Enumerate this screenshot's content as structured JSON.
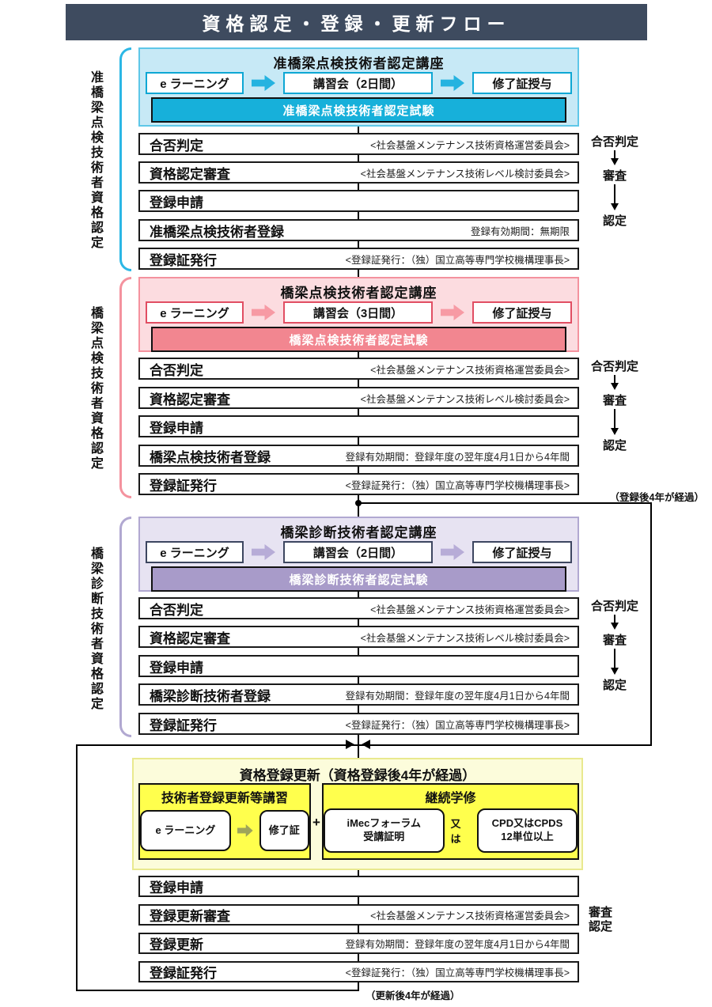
{
  "title": "資格認定・登録・更新フロー",
  "colors": {
    "header_bg": "#3e4b5f",
    "section1_bg": "#c7e9f6",
    "section1_accent": "#17b0da",
    "section2_bg": "#fcdce0",
    "section2_accent": "#f28690",
    "section3_bg": "#e7e3f2",
    "section3_accent": "#a89bc9",
    "renewal_bg": "#fcfcdb",
    "renewal_box": "#ffff4d"
  },
  "sections": [
    {
      "side_label": "准橋梁点検技術者資格認定",
      "course": {
        "title": "准橋梁点検技術者認定講座",
        "steps": [
          "e ラーニング",
          "講習会（2日間）",
          "修了証授与"
        ],
        "exam": "准橋梁点検技術者認定試験"
      },
      "rows": [
        {
          "label": "合否判定",
          "note": "<社会基盤メンテナンス技術資格運営委員会>"
        },
        {
          "label": "資格認定審査",
          "note": "<社会基盤メンテナンス技術レベル検討委員会>"
        },
        {
          "label": "登録申請",
          "note": ""
        },
        {
          "label": "准橋梁点検技術者登録",
          "note": "登録有効期間：無期限"
        },
        {
          "label": "登録証発行",
          "note": "<登録証発行：（独）国立高等専門学校機構理事長>"
        }
      ],
      "flow_notes": [
        "合否判定",
        "審査",
        "認定"
      ]
    },
    {
      "side_label": "橋梁点検技術者資格認定",
      "course": {
        "title": "橋梁点検技術者認定講座",
        "steps": [
          "e ラーニング",
          "講習会（3日間）",
          "修了証授与"
        ],
        "exam": "橋梁点検技術者認定試験"
      },
      "rows": [
        {
          "label": "合否判定",
          "note": "<社会基盤メンテナンス技術資格運営委員会>"
        },
        {
          "label": "資格認定審査",
          "note": "<社会基盤メンテナンス技術レベル検討委員会>"
        },
        {
          "label": "登録申請",
          "note": ""
        },
        {
          "label": "橋梁点検技術者登録",
          "note": "登録有効期間：登録年度の翌年度4月1日から4年間"
        },
        {
          "label": "登録証発行",
          "note": "<登録証発行：（独）国立高等専門学校機構理事長>"
        }
      ],
      "flow_notes": [
        "合否判定",
        "審査",
        "認定"
      ]
    },
    {
      "side_label": "橋梁診断技術者資格認定",
      "course": {
        "title": "橋梁診断技術者認定講座",
        "steps": [
          "e ラーニング",
          "講習会（2日間）",
          "修了証授与"
        ],
        "exam": "橋梁診断技術者認定試験"
      },
      "rows": [
        {
          "label": "合否判定",
          "note": "<社会基盤メンテナンス技術資格運営委員会>"
        },
        {
          "label": "資格認定審査",
          "note": "<社会基盤メンテナンス技術レベル検討委員会>"
        },
        {
          "label": "登録申請",
          "note": ""
        },
        {
          "label": "橋梁診断技術者登録",
          "note": "登録有効期間：登録年度の翌年度4月1日から4年間"
        },
        {
          "label": "登録証発行",
          "note": "<登録証発行：（独）国立高等専門学校機構理事長>"
        }
      ],
      "flow_notes": [
        "合否判定",
        "審査",
        "認定"
      ]
    }
  ],
  "branch_label": "（登録後4年が経過）",
  "renewal": {
    "title": "資格登録更新（資格登録後4年が経過）",
    "training": {
      "title": "技術者登録更新等講習",
      "steps": [
        "e ラーニング",
        "修了証"
      ]
    },
    "plus": "+",
    "learning": {
      "title": "継続学修",
      "option1_line1": "iMecフォーラム",
      "option1_line2": "受講証明",
      "or": "又は",
      "option2_line1": "CPD又はCPDS",
      "option2_line2": "12単位以上"
    },
    "rows": [
      {
        "label": "登録申請",
        "note": ""
      },
      {
        "label": "登録更新審査",
        "note": "<社会基盤メンテナンス技術資格運営委員会>"
      },
      {
        "label": "登録更新",
        "note": "登録有効期間：登録年度の翌年度4月1日から4年間"
      },
      {
        "label": "登録証発行",
        "note": "<登録証発行：（独）国立高等専門学校機構理事長>"
      }
    ],
    "review_notes": [
      "審査",
      "認定"
    ],
    "loop_label": "（更新後4年が経過）"
  }
}
